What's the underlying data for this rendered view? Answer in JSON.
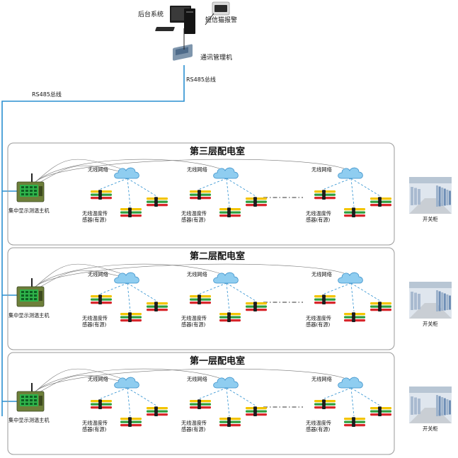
{
  "top": {
    "backend_label": "后台系统",
    "sms_label": "短信猫报警",
    "comm_manager_label": "通讯管理机",
    "bus_label_vertical": "RS485总线",
    "bus_label_horizontal": "RS485总线"
  },
  "rooms": [
    {
      "title": "第三层配电室",
      "host_label": "集中显示测温主机",
      "cabinet_label": "开关柜",
      "groups": [
        {
          "network_label": "无线网络",
          "sensor_label_line1": "无线温度传",
          "sensor_label_line2": "感器(有源)"
        },
        {
          "network_label": "无线网络",
          "sensor_label_line1": "无线温度传",
          "sensor_label_line2": "感器(有源)"
        },
        {
          "network_label": "无线网络",
          "sensor_label_line1": "无线温度传",
          "sensor_label_line2": "感器(有源)"
        }
      ]
    },
    {
      "title": "第二层配电室",
      "host_label": "集中显示测温主机",
      "cabinet_label": "开关柜",
      "groups": [
        {
          "network_label": "无线网络",
          "sensor_label_line1": "无线温度传",
          "sensor_label_line2": "感器(有源)"
        },
        {
          "network_label": "无线网络",
          "sensor_label_line1": "无线温度传",
          "sensor_label_line2": "感器(有源)"
        },
        {
          "network_label": "无线网络",
          "sensor_label_line1": "无线温度传",
          "sensor_label_line2": "感器(有源)"
        }
      ]
    },
    {
      "title": "第一层配电室",
      "host_label": "集中显示测温主机",
      "cabinet_label": "开关柜",
      "groups": [
        {
          "network_label": "无线网络",
          "sensor_label_line1": "无线温度传",
          "sensor_label_line2": "感器(有源)"
        },
        {
          "network_label": "无线网络",
          "sensor_label_line1": "无线温度传",
          "sensor_label_line2": "感器(有源)"
        },
        {
          "network_label": "无线网络",
          "sensor_label_line1": "无线温度传",
          "sensor_label_line2": "感器(有源)"
        }
      ]
    }
  ],
  "colors": {
    "bus_line": "#2a8fd0",
    "room_border": "#9a9a9a",
    "cloud_fill": "#8fcdf0",
    "cloud_stroke": "#3a8fc8",
    "dashed_link": "#2a8fd0",
    "phase_yellow": "#f2c400",
    "phase_green": "#2e9e3e",
    "phase_red": "#d8262b",
    "host_body": "#6d7f3a",
    "host_screen": "#2fb34a"
  },
  "icons": {
    "backend": "computer-tower-icon",
    "sms": "sms-modem-icon",
    "comm_manager": "rs485-converter-icon",
    "host": "temperature-host-icon",
    "cloud": "wireless-cloud-icon",
    "sensor": "temperature-sensor-icon",
    "cabinet": "switchgear-photo-icon"
  }
}
